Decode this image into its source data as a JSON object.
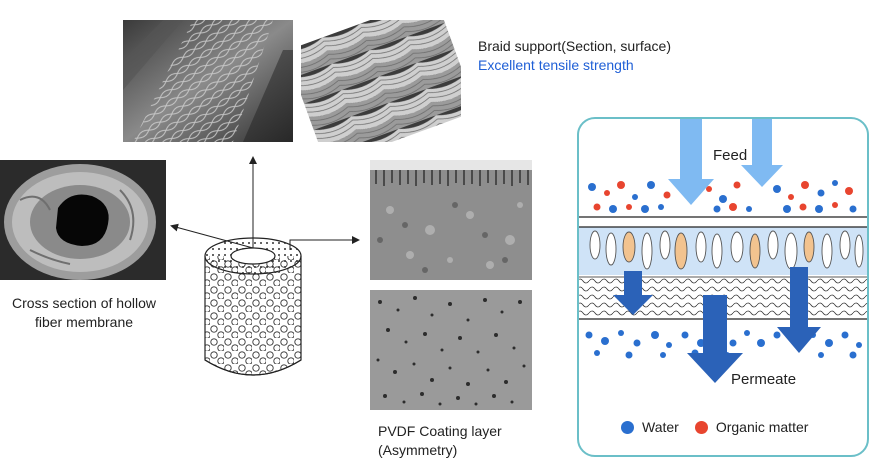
{
  "captions": {
    "braid_title": "Braid support(Section, surface)",
    "braid_subtitle": "Excellent tensile strength",
    "cross_section_line1": "Cross section of hollow",
    "cross_section_line2": "fiber membrane",
    "pvdf_line1": "PVDF Coating layer",
    "pvdf_line2": "(Asymmetry)"
  },
  "panel": {
    "feed_label": "Feed",
    "permeate_label": "Permeate",
    "legend": [
      {
        "label": "Water",
        "color": "#2a6fcf"
      },
      {
        "label": "Organic matter",
        "color": "#e8452f"
      }
    ]
  },
  "colors": {
    "water": "#2a6fcf",
    "organic": "#e8452f",
    "arrow_light": "#7fbaf2",
    "arrow_dark": "#2b62b8",
    "panel_border": "#6bbfc8",
    "accent_text": "#1f5fd6"
  }
}
